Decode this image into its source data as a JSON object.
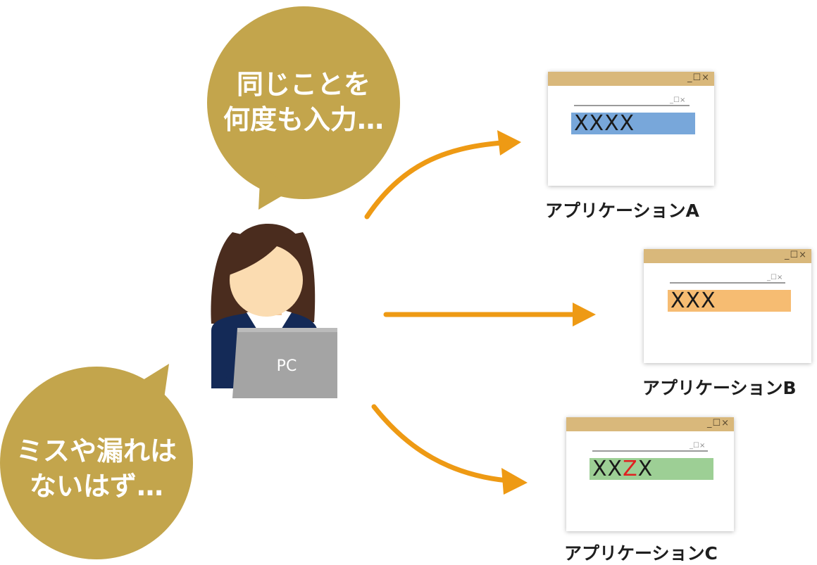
{
  "bubbles": {
    "top": {
      "line1": "同じことを",
      "line2": "何度も入力…"
    },
    "bottom": {
      "line1": "ミスや漏れは",
      "line2": "ないはず…"
    }
  },
  "person": {
    "laptop_label": "PC"
  },
  "windows": {
    "controls": "_☐×",
    "inner_controls": "_☐×",
    "a": {
      "field": "XXXX",
      "label": "アプリケーションA",
      "color": "#78a7da"
    },
    "b": {
      "field": "XXX",
      "label": "アプリケーションB",
      "color": "#f6bc72"
    },
    "c": {
      "field_prefix": "XX",
      "field_highlight": "Z",
      "field_suffix": "X",
      "label": "アプリケーションC",
      "color": "#9dcf95",
      "highlight_color": "#e02020"
    }
  },
  "colors": {
    "bubble": "#c3a54c",
    "arrow": "#ee9a14",
    "titlebar": "#d9b87b"
  }
}
